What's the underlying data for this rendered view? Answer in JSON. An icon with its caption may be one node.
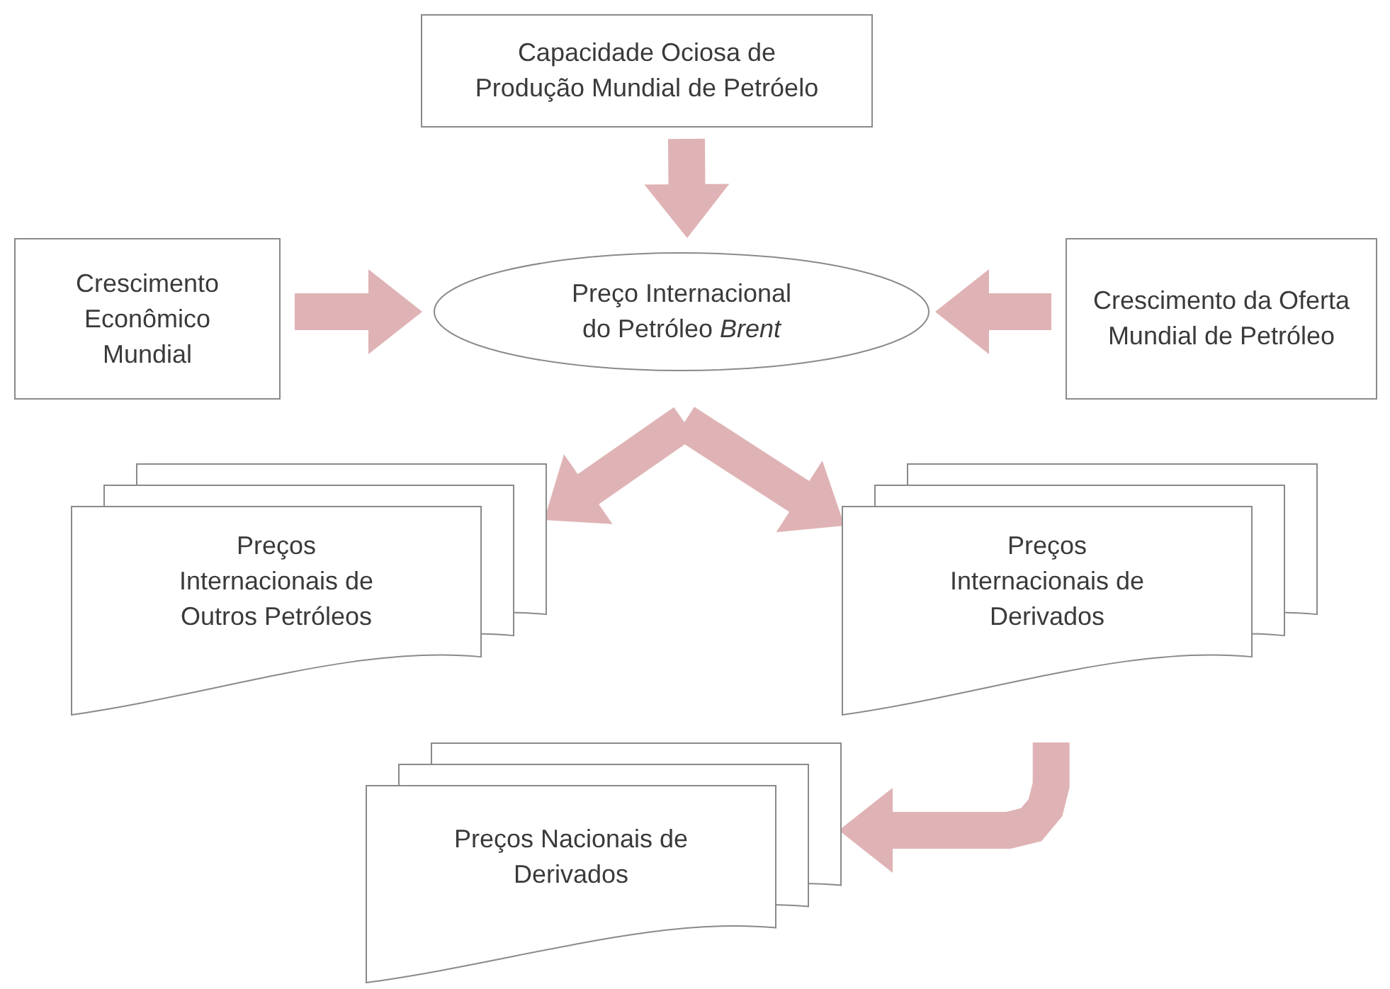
{
  "diagram": {
    "nodes": [
      {
        "text": [
          "Capacidade Ociosa de Produção Mundial de Petróelo"
        ]
      },
      {
        "text": [
          "Crescimento Econômico Mundial"
        ]
      },
      {
        "text": [
          "Preço Internacional do Petróleo *Brent*"
        ]
      },
      {
        "text": [
          "Crescimento da Oferta Mundial de Petróleo"
        ]
      },
      {
        "text": [
          "Preços Internacionais de Outros Petróleos"
        ]
      },
      {
        "text": [
          "Preços Internacionais de Derivados"
        ]
      },
      {
        "text": [
          "Preços Nacionais de Derivados"
        ]
      }
    ],
    "edges": [
      {
        "from": 0,
        "to": 2,
        "arrow": "to"
      },
      {
        "from": 1,
        "to": 2,
        "arrow": "to"
      },
      {
        "from": 3,
        "to": 2,
        "arrow": "to"
      },
      {
        "from": 2,
        "to": 4,
        "arrow": "to"
      },
      {
        "from": 2,
        "to": 5,
        "arrow": "to"
      },
      {
        "from": 5,
        "to": 6,
        "arrow": "to"
      }
    ]
  }
}
